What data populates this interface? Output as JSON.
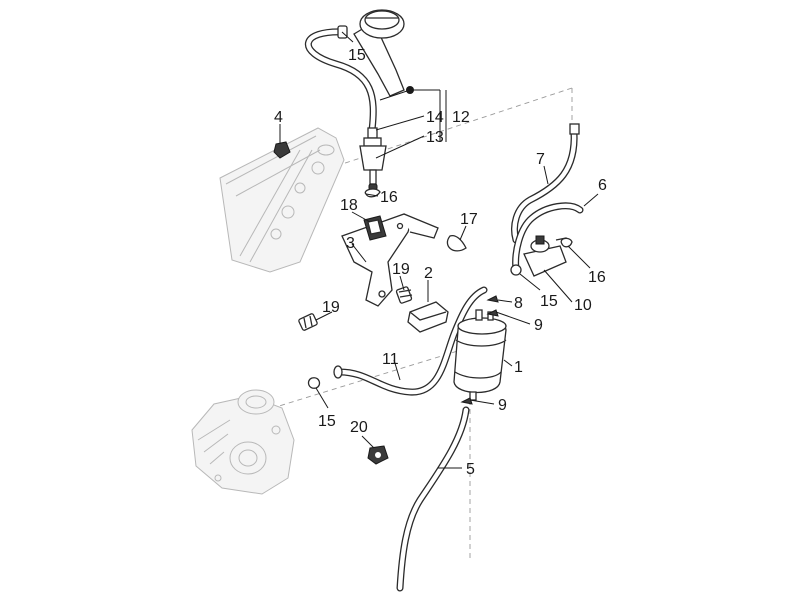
{
  "callouts": {
    "c1": "1",
    "c2": "2",
    "c3": "3",
    "c4": "4",
    "c5": "5",
    "c6": "6",
    "c7": "7",
    "c8": "8",
    "c9a": "9",
    "c9b": "9",
    "c10": "10",
    "c11": "11",
    "c12": "12",
    "c13": "13",
    "c14": "14",
    "c15a": "15",
    "c15b": "15",
    "c15c": "15",
    "c16a": "16",
    "c16b": "16",
    "c17": "17",
    "c18": "18",
    "c19a": "19",
    "c19b": "19",
    "c20": "20"
  },
  "colors": {
    "line": "#2b2b2b",
    "faint": "#b8b8b8",
    "background": "#ffffff"
  }
}
